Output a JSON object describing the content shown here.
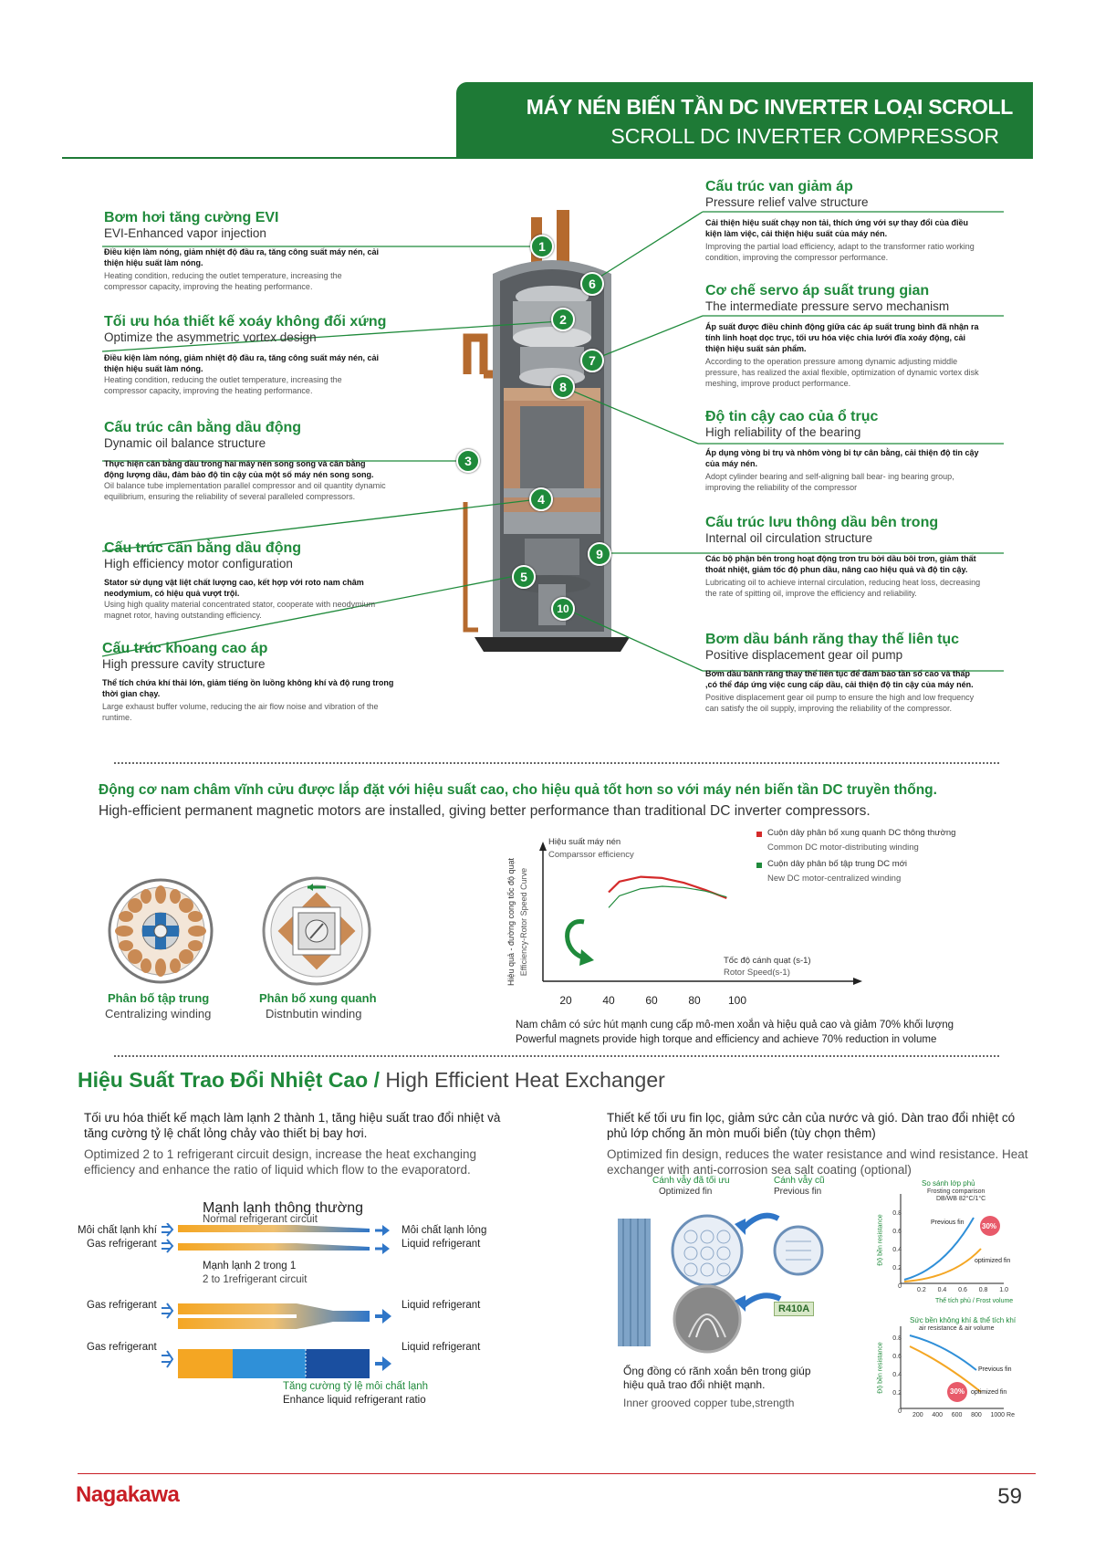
{
  "header": {
    "title_vi": "MÁY NÉN BIẾN TẦN DC INVERTER LOẠI SCROLL",
    "title_en": "SCROLL DC INVERTER COMPRESSOR"
  },
  "callouts": [
    "1",
    "2",
    "3",
    "4",
    "5",
    "6",
    "7",
    "8",
    "9",
    "10"
  ],
  "left_features": [
    {
      "title": "Bơm hơi tăng cường EVI",
      "subtitle": "EVI-Enhanced vapor injection",
      "vi": "Điều kiện làm nóng, giảm nhiệt độ đầu ra, tăng công suất máy nén, cải thiện hiệu suất làm nóng.",
      "en": "Heating condition, reducing the outlet temperature, increasing the compressor capacity, improving the heating performance."
    },
    {
      "title": "Tối ưu hóa thiết kế xoáy không đối xứng",
      "subtitle": "Optimize the asymmetric vortex design",
      "vi": "Điều kiện làm nóng, giảm nhiệt độ đầu ra, tăng công suất máy nén, cải thiện hiệu suất làm nóng.",
      "en": "Heating condition, reducing the outlet temperature, increasing the compressor capacity, improving the heating performance."
    },
    {
      "title": "Cấu trúc cân bằng dầu động",
      "subtitle": "Dynamic oil balance structure",
      "vi": "Thực hiện cân bằng dầu trong hai máy nén song song và cân bằng động lượng dầu, đảm bảo độ tin cậy của một số máy nén song song.",
      "en": "Oil balance tube implementation parallel compressor and oil quantity dynamic equilibrium, ensuring the reliability of several paralleled compressors."
    },
    {
      "title": "Cấu trúc cân bằng dầu động",
      "subtitle": "High efficiency motor configuration",
      "vi": "Stator sử dụng vật liệt chất lượng cao, kết hợp với roto nam châm neodymium, có hiệu quả vượt trội.",
      "en": "Using high quality material concentrated stator, cooperate with neodymium magnet rotor, having outstanding efficiency."
    },
    {
      "title": "Cấu trúc khoang cao áp",
      "subtitle": "High pressure cavity structure",
      "vi": "Thể tích chứa khí thải lớn, giảm tiếng ồn luồng không khí và độ rung trong thời gian chạy.",
      "en": "Large exhaust buffer volume, reducing the air flow noise and vibration of the runtime."
    }
  ],
  "right_features": [
    {
      "title": "Cấu trúc van giảm áp",
      "subtitle": "Pressure relief valve structure",
      "vi": "Cải thiện hiệu suất chạy non tải, thích ứng với sự thay đổi của điều kiện làm việc, cải thiện hiệu suất của máy nén.",
      "en": "Improving the partial load efficiency, adapt to the transformer ratio working condition, improving the compressor performance."
    },
    {
      "title": "Cơ chế servo áp suất trung gian",
      "subtitle": "The intermediate pressure servo mechanism",
      "vi": "Áp suất được điều chỉnh động giữa các áp suất trung bình đã nhận ra tính linh hoạt dọc trục, tối ưu hóa việc chia lưới đĩa xoáy động, cải thiện hiệu suất sản phẩm.",
      "en": "According to the operation pressure among dynamic adjusting middle pressure, has realized the axial flexible, optimization of dynamic vortex disk meshing, improve product performance."
    },
    {
      "title": "Độ tin cậy cao của ổ trục",
      "subtitle": "High reliability of the bearing",
      "vi": "Áp dụng vòng bi trụ và nhôm vòng bi tự cân bằng, cải thiện độ tin cậy của máy nén.",
      "en": "Adopt cylinder bearing and self-aligning ball bear- ing bearing group, improving the reliability of the compressor"
    },
    {
      "title": "Cấu trúc lưu thông dầu bên trong",
      "subtitle": "Internal oil circulation structure",
      "vi": "Các bộ phận bên trong hoạt động trơn tru bởi dầu bôi trơn, giảm thất thoát nhiệt, giảm tốc độ phun dầu, nâng cao hiệu quả và độ tin cậy.",
      "en": "Lubricating oil to achieve internal circulation, reducing heat loss, decreasing the rate of spitting oil, improve the efficiency and reliability."
    },
    {
      "title": "Bơm dầu bánh răng thay thế liên tục",
      "subtitle": "Positive displacement gear oil pump",
      "vi": "Bơm dầu bánh răng thay thế liên tục để đảm bảo tần số cao và thấp ,có thể đáp ứng việc cung cấp dầu, cải thiện độ tin cậy của máy nén.",
      "en": "Positive displacement gear oil pump to ensure the high and low frequency can satisfy the oil supply, improving the reliability of the compressor."
    }
  ],
  "motor_section": {
    "heading_vi": "Động cơ nam châm vĩnh cửu được lắp đặt với hiệu suất cao, cho hiệu quả tốt hơn so với máy nén biến tần DC truyền thống.",
    "heading_en": "High-efficient permanent magnetic motors are installed, giving better performance than traditional DC inverter compressors.",
    "winding1_vi": "Phân bố tập trung",
    "winding1_en": "Centralizing winding",
    "winding2_vi": "Phân bố xung quanh",
    "winding2_en": "Distnbutin winding",
    "caption_vi": "Nam châm có sức hút mạnh cung cấp mô-men xoắn và hiệu quả cao và giảm 70% khối lượng",
    "caption_en": "Powerful magnets provide high torque and efficiency and achieve 70% reduction in volume"
  },
  "chart_data": [
    {
      "type": "line",
      "title": "",
      "ylabel_vi": "Hiệu quả - đường cong tốc độ quạt",
      "ylabel_en": "Efficiency-Rotor Speed Curve",
      "y_title_vi": "Hiệu suất máy nén",
      "y_title_en": "Comparssor efficiency",
      "xlabel_vi": "Tốc độ cánh quạt (s-1)",
      "xlabel_en": "Rotor Speed(s-1)",
      "x_ticks": [
        "20",
        "40",
        "60",
        "80",
        "100"
      ],
      "legend": [
        {
          "vi": "Cuộn dây phân bố xung quanh DC thông thường",
          "en": "Common DC motor-distributing winding",
          "color": "#d42a2a"
        },
        {
          "vi": "Cuộn dây phân bố tập trung DC mới",
          "en": "New DC motor-centralized winding",
          "color": "#1f8a3b"
        }
      ],
      "series": [
        {
          "name": "Cuộn dây phân bố xung quanh DC thông thường",
          "color": "#d42a2a",
          "x": [
            40,
            45,
            55,
            65,
            75,
            85,
            95
          ],
          "y": [
            0.75,
            0.84,
            0.88,
            0.87,
            0.83,
            0.77,
            0.7
          ]
        },
        {
          "name": "Cuộn dây phân bố tập trung DC mới",
          "color": "#1f8a3b",
          "x": [
            40,
            45,
            55,
            65,
            75,
            85,
            95
          ],
          "y": [
            0.62,
            0.72,
            0.78,
            0.8,
            0.79,
            0.76,
            0.71
          ]
        }
      ]
    }
  ],
  "heat_section": {
    "heading_vi": "Hiệu Suất Trao Đổi Nhiệt Cao /",
    "heading_en": "High Efficient Heat Exchanger",
    "left_vi": "Tối ưu hóa thiết kế mạch làm lạnh 2 thành 1, tăng hiệu suất trao đổi nhiệt và tăng cường tỷ lệ chất lỏng chảy vào thiết bị bay hơi.",
    "left_en": "Optimized 2 to 1 refrigerant circuit design, increase the heat exchanging efficiency and enhance the ratio of liquid which flow to the evaporatord.",
    "right_vi": "Thiết kế tối ưu fin lọc, giảm sức cản của nước và gió. Dàn trao đổi nhiệt có phủ lớp chống ăn mòn muối biển (tùy chọn thêm)",
    "right_en": "Optimized fin design, reduces the water resistance and wind resistance. Heat exchanger with anti-corrosion sea salt coating (optional)",
    "circuit": {
      "normal_vi": "Mạnh lạnh thông thường",
      "normal_en": "Normal refrigerant circuit",
      "gas_vi": "Môi chất lạnh khí",
      "gas_en": "Gas refrigerant",
      "liquid_vi": "Môi chất lạnh lỏng",
      "liquid_en": "Liquid refrigerant",
      "two_vi": "Mạnh lạnh 2 trong 1",
      "two_en": "2 to 1refrigerant circuit",
      "gas2": "Gas refrigerant",
      "liquid2": "Liquid refrigerant",
      "gas3": "Gas refrigerant",
      "liquid3": "Liquid refrigerant",
      "enh_vi": "Tăng cường tỷ lệ môi chất lạnh",
      "enh_en": "Enhance liquid refrigerant ratio"
    },
    "fin": {
      "opt_vi": "Cánh vẫy đã tối ưu",
      "opt_en": "Optimized fin",
      "prev_vi": "Cánh vẫy cũ",
      "prev_en": "Previous fin",
      "r410a": "R410A",
      "tube_vi": "Ống đồng có rãnh xoắn bên trong giúp hiệu quả trao đổi nhiệt mạnh.",
      "tube_en": "Inner grooved copper tube,strength"
    },
    "mini1": {
      "title_vi": "So sánh lớp phủ",
      "title_en": "Frosting comparison",
      "cond": "DB/WB 82°C/1°C",
      "ylabel": "Độ bền resistance",
      "yticks": [
        "0.8",
        "0.6",
        "0.4",
        "0.2",
        "0"
      ],
      "xticks": [
        "0.2",
        "0.4",
        "0.6",
        "0.8",
        "1.0"
      ],
      "xlabel": "Thể tích phủ / Frost volume",
      "prev": "Previous fin",
      "opt": "optimized fin",
      "badge": "30%"
    },
    "mini2": {
      "title_vi": "Sức bền không khí & thể tích khí",
      "title_en": "air resistance & air volume",
      "ylabel": "Độ bền resistance",
      "yticks": [
        "0.8",
        "0.6",
        "0.4",
        "0.2",
        "0"
      ],
      "xticks": [
        "200",
        "400",
        "600",
        "800",
        "1000 Re"
      ],
      "prev": "Previous fin",
      "opt": "optimized fin",
      "badge": "30%"
    }
  },
  "footer": {
    "brand": "Nagakawa",
    "page": "59",
    "brand_color": "#c81e25"
  }
}
